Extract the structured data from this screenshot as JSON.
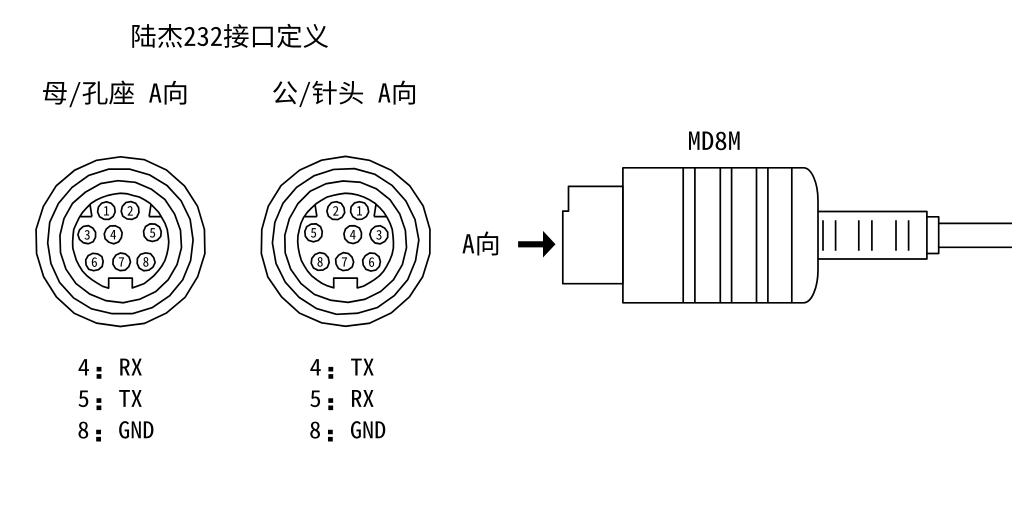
{
  "page": {
    "background_color": "#ffffff",
    "line_color": "#000000"
  },
  "title": "陆杰232接口定义",
  "connectors": {
    "female": {
      "caption": "母/孔座 A向",
      "pin_numbers": [
        "1",
        "2",
        "3",
        "4",
        "5",
        "6",
        "7",
        "8"
      ],
      "pinout": [
        "4：RX",
        "5：TX",
        "8：GND"
      ]
    },
    "male": {
      "caption": "公/针头 A向",
      "pin_numbers": [
        "2",
        "1",
        "5",
        "4",
        "3",
        "8",
        "7",
        "6"
      ],
      "pinout": [
        "4：TX",
        "5：RX",
        "8：GND"
      ]
    }
  },
  "side_view": {
    "view_label": "A向",
    "arrow_icon": "right-arrow",
    "model": "MD8M"
  }
}
